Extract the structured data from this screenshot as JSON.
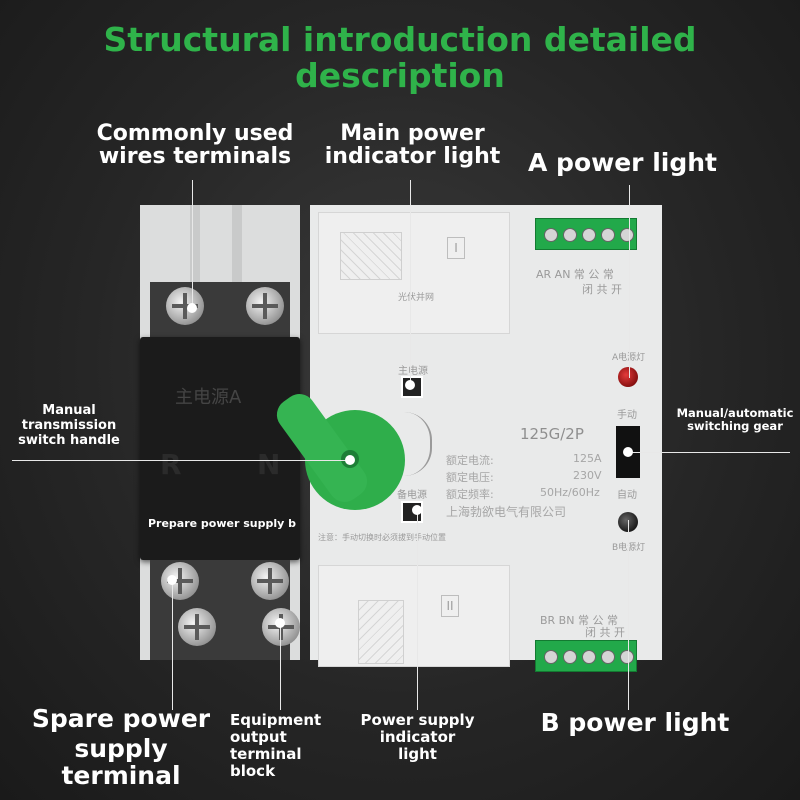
{
  "title": {
    "line1": "Structural introduction detailed",
    "line2": "description"
  },
  "labels": {
    "common_wires": [
      "Commonly used",
      "wires terminals"
    ],
    "main_power_indicator": [
      "Main power",
      "indicator light"
    ],
    "a_power_light": "A power light",
    "manual_handle": [
      "Manual",
      "transmission",
      "switch handle"
    ],
    "manual_auto_gear": [
      "Manual/automatic",
      "switching gear"
    ],
    "prepare_power_supply_b": "Prepare power supply b",
    "spare_power_terminal": [
      "Spare power",
      "supply terminal"
    ],
    "equipment_output": [
      "Equipment",
      "output",
      "terminal block"
    ],
    "power_supply_indicator": [
      "Power supply",
      "indicator",
      "light"
    ],
    "b_power_light": "B power light"
  },
  "device": {
    "lid_text": "主电源A",
    "lid_R": "R",
    "lid_N": "N",
    "model": "125G/2P",
    "specs": [
      {
        "name": "额定电流:",
        "value": "125A"
      },
      {
        "name": "额定电压:",
        "value": "230V"
      },
      {
        "name": "额定频率:",
        "value": "50Hz/60Hz"
      }
    ],
    "maker": "上海勃欲电气有限公司",
    "roman_I": "I",
    "roman_II": "II",
    "main_window": "主电源",
    "backup_window": "备电源",
    "a_light": "A电源灯",
    "b_light": "B电源灯",
    "manual": "手动",
    "auto": "自动",
    "top_term_labels": "AR AN  常 公 常",
    "top_term_labels2": "闭 共 开",
    "bot_term_labels": "BR BN  常 公 常",
    "bot_term_labels2": "闭 共 开",
    "solar_text": "光伏并网",
    "note": "注意：手动切换时必须拔到手动位置"
  },
  "colors": {
    "title_green": "#2fb34a",
    "handle_green": "#35b452",
    "terminal_green": "#22a94a",
    "indicator_red": "#e43b3b"
  }
}
